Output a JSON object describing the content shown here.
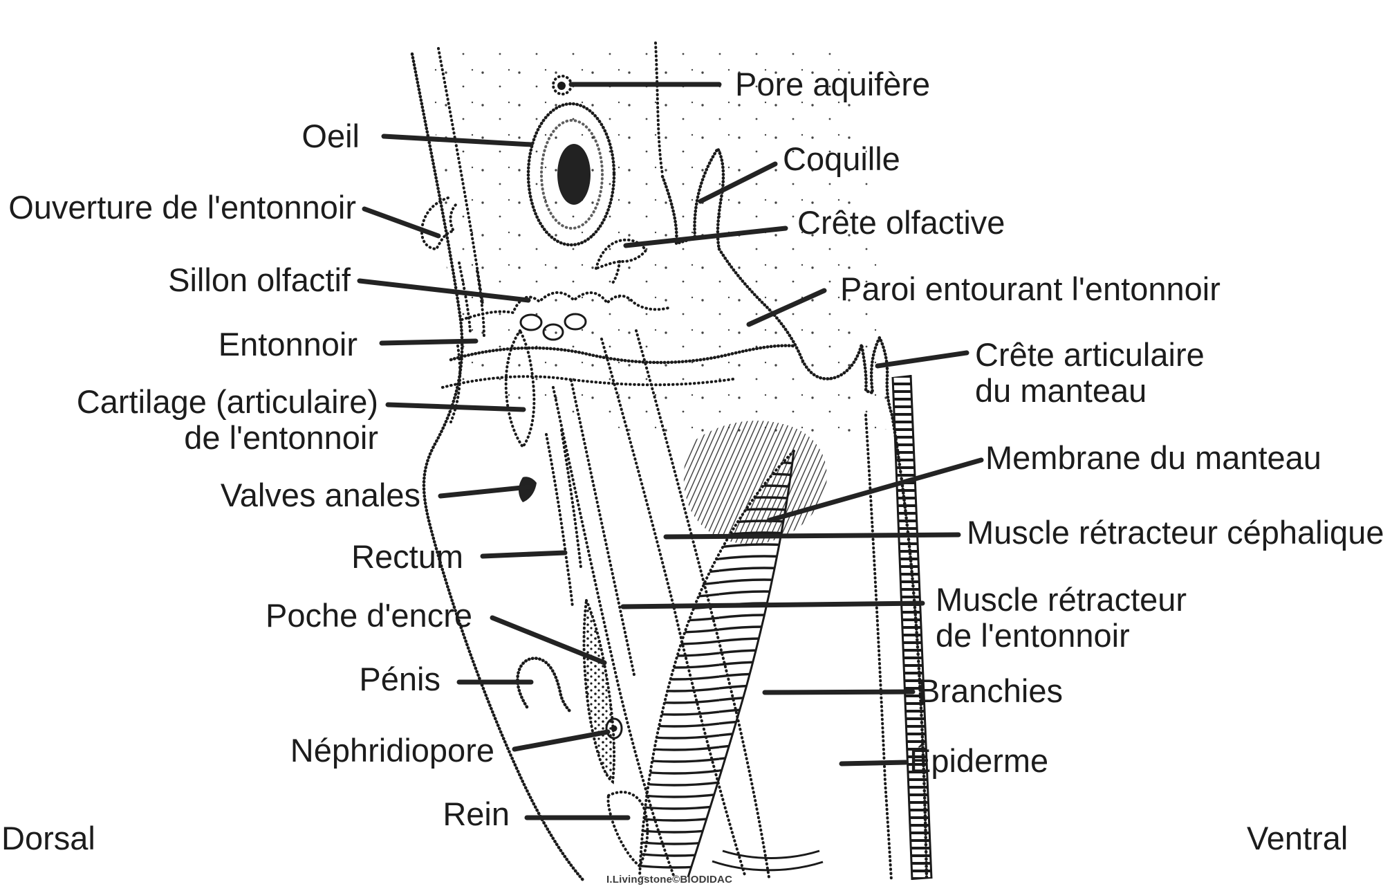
{
  "figure": {
    "subject": "cephalopod head and mantle anatomy, lateral view",
    "language": "French",
    "credit": "I.Livingstone©BIODIDAC",
    "orientation_left": "Dorsal",
    "orientation_right": "Ventral"
  },
  "colors": {
    "background": "#ffffff",
    "ink": "#1a1a1a",
    "label_text": "#1c1c1c",
    "leader_line": "#232323"
  },
  "labels": {
    "pore": "Pore aquifère",
    "oeil": "Oeil",
    "coquille": "Coquille",
    "ouverture": "Ouverture de l'entonnoir",
    "crete_olfactive": "Crête olfactive",
    "sillon": "Sillon olfactif",
    "paroi": "Paroi entourant l'entonnoir",
    "entonnoir": "Entonnoir",
    "crete_articulaire_1": "Crête articulaire",
    "crete_articulaire_2": "du manteau",
    "cartilage_1": "Cartilage (articulaire)",
    "cartilage_2": "de l'entonnoir",
    "valves": "Valves anales",
    "membrane": "Membrane du manteau",
    "rectum": "Rectum",
    "muscle_cephalique": "Muscle rétracteur céphalique",
    "poche": "Poche d'encre",
    "muscle_entonnoir_1": "Muscle rétracteur",
    "muscle_entonnoir_2": "de l'entonnoir",
    "penis": "Pénis",
    "branchies": "Branchies",
    "nephridiopore": "Néphridiopore",
    "epiderme": "Épiderme",
    "rein": "Rein",
    "dorsal": "Dorsal",
    "ventral": "Ventral",
    "credit": "I.Livingstone©BIODIDAC"
  }
}
